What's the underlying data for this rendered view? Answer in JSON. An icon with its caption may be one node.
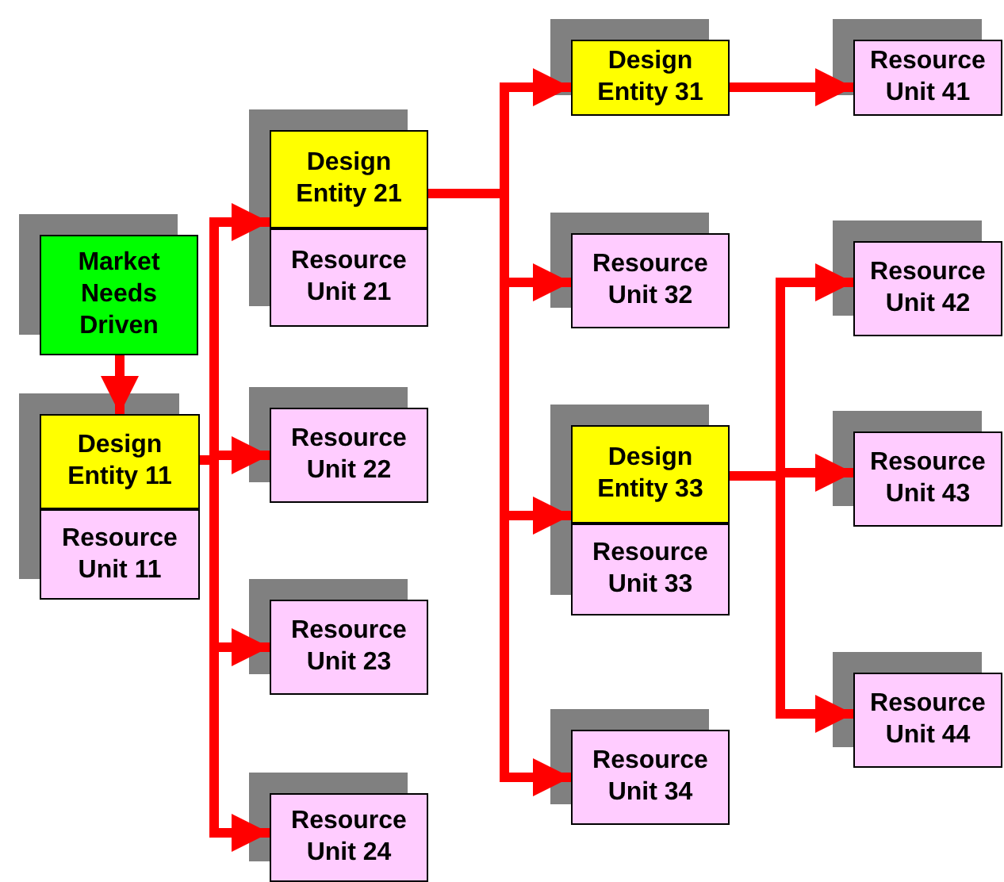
{
  "diagram": {
    "nodes": [
      {
        "text": [
          "Market Needs Driven"
        ]
      },
      {
        "text": [
          "Design Entity 11"
        ]
      },
      {
        "text": [
          "Resource Unit 11"
        ]
      },
      {
        "text": [
          "Design Entity 21"
        ]
      },
      {
        "text": [
          "Resource Unit 21"
        ]
      },
      {
        "text": [
          "Resource Unit 22"
        ]
      },
      {
        "text": [
          "Resource Unit 23"
        ]
      },
      {
        "text": [
          "Resource Unit 24"
        ]
      },
      {
        "text": [
          "Design Entity 31"
        ]
      },
      {
        "text": [
          "Resource Unit 32"
        ]
      },
      {
        "text": [
          "Design Entity 33"
        ]
      },
      {
        "text": [
          "Resource Unit 33"
        ]
      },
      {
        "text": [
          "Resource Unit 34"
        ]
      },
      {
        "text": [
          "Resource Unit 41"
        ]
      },
      {
        "text": [
          "Resource Unit 42"
        ]
      },
      {
        "text": [
          "Resource Unit 43"
        ]
      },
      {
        "text": [
          "Resource Unit 44"
        ]
      }
    ],
    "edges": [
      {
        "from": 0,
        "to": 1,
        "arrow": "to"
      },
      {
        "from": 1,
        "to": 3,
        "arrow": "to"
      },
      {
        "from": 1,
        "to": 5,
        "arrow": "to"
      },
      {
        "from": 1,
        "to": 6,
        "arrow": "to"
      },
      {
        "from": 1,
        "to": 7,
        "arrow": "to"
      },
      {
        "from": 3,
        "to": 8,
        "arrow": "to"
      },
      {
        "from": 3,
        "to": 9,
        "arrow": "to"
      },
      {
        "from": 3,
        "to": 10,
        "arrow": "to"
      },
      {
        "from": 3,
        "to": 12,
        "arrow": "to"
      },
      {
        "from": 8,
        "to": 13,
        "arrow": "to"
      },
      {
        "from": 10,
        "to": 14,
        "arrow": "to"
      },
      {
        "from": 10,
        "to": 15,
        "arrow": "to"
      },
      {
        "from": 10,
        "to": 16,
        "arrow": "to"
      }
    ]
  }
}
